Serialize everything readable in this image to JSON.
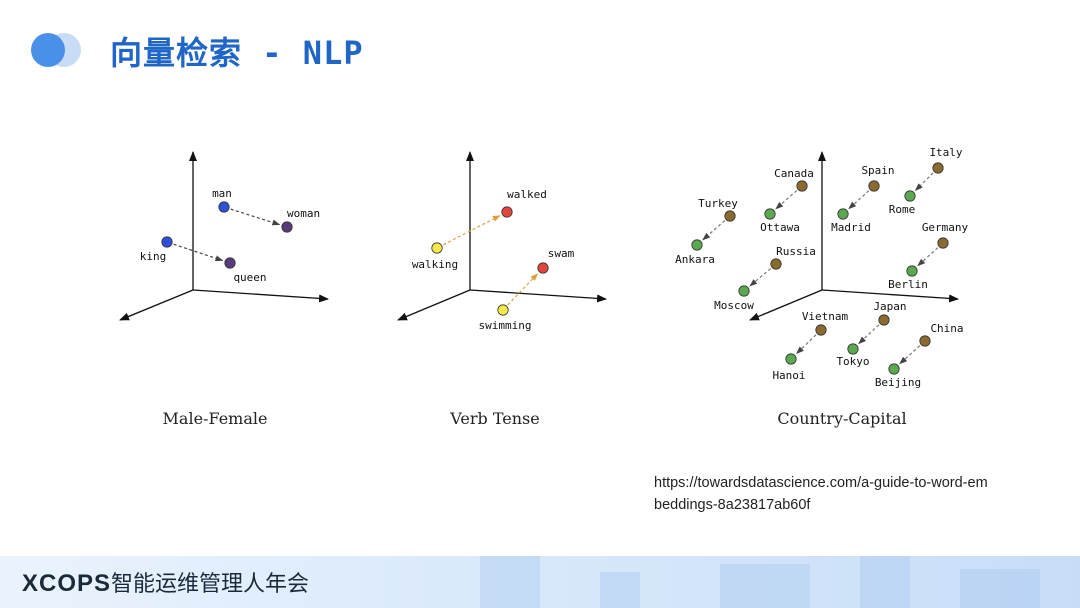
{
  "title": "向量检索 - NLP",
  "brand_latin": "XCOPS",
  "brand_cjk": "智能运维管理人年会",
  "source_url": "https://towardsdatascience.com/a-guide-to-word-embeddings-8a23817ab60f",
  "panels": [
    {
      "caption": "Male-Female",
      "points": [
        {
          "label": "man",
          "color": "#2f4fd8"
        },
        {
          "label": "woman",
          "color": "#5a3b7a"
        },
        {
          "label": "king",
          "color": "#2f4fd8"
        },
        {
          "label": "queen",
          "color": "#5a3b7a"
        }
      ]
    },
    {
      "caption": "Verb Tense",
      "points": [
        {
          "label": "walked",
          "color": "#e2453c"
        },
        {
          "label": "walking",
          "color": "#f5ea4a"
        },
        {
          "label": "swam",
          "color": "#e2453c"
        },
        {
          "label": "swimming",
          "color": "#f5ea4a"
        }
      ]
    },
    {
      "caption": "Country-Capital",
      "points": [
        {
          "label": "Canada",
          "color": "#8a6a2e"
        },
        {
          "label": "Ottawa",
          "color": "#5aa84f"
        },
        {
          "label": "Spain",
          "color": "#8a6a2e"
        },
        {
          "label": "Madrid",
          "color": "#5aa84f"
        },
        {
          "label": "Italy",
          "color": "#8a6a2e"
        },
        {
          "label": "Rome",
          "color": "#5aa84f"
        },
        {
          "label": "Turkey",
          "color": "#8a6a2e"
        },
        {
          "label": "Ankara",
          "color": "#5aa84f"
        },
        {
          "label": "Russia",
          "color": "#8a6a2e"
        },
        {
          "label": "Moscow",
          "color": "#5aa84f"
        },
        {
          "label": "Germany",
          "color": "#8a6a2e"
        },
        {
          "label": "Berlin",
          "color": "#5aa84f"
        },
        {
          "label": "Vietnam",
          "color": "#8a6a2e"
        },
        {
          "label": "Hanoi",
          "color": "#5aa84f"
        },
        {
          "label": "Japan",
          "color": "#8a6a2e"
        },
        {
          "label": "Tokyo",
          "color": "#5aa84f"
        },
        {
          "label": "China",
          "color": "#8a6a2e"
        },
        {
          "label": "Beijing",
          "color": "#5aa84f"
        }
      ]
    }
  ],
  "colors": {
    "title": "#1f66c6",
    "logo_left": "#4a90e8",
    "logo_right": "#c9dcf6"
  }
}
